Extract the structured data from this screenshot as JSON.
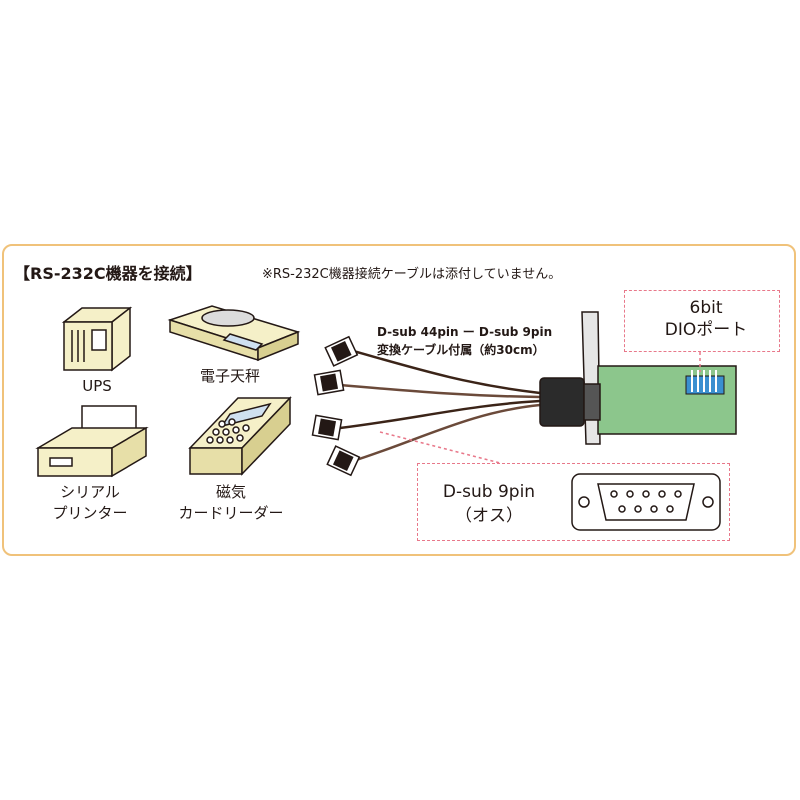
{
  "heading": {
    "main": "【RS-232C機器を接続】",
    "note": "※RS-232C機器接続ケーブルは添付していません。"
  },
  "devices": {
    "ups": "UPS",
    "scale": "電子天秤",
    "printer_line1": "シリアル",
    "printer_line2": "プリンター",
    "card_line1": "磁気",
    "card_line2": "カードリーダー"
  },
  "cable": {
    "line1": "D-sub 44pin ー D-sub 9pin",
    "line2": "変換ケーブル付属（約30cm）"
  },
  "dio": {
    "line1": "6bit",
    "line2": "DIOポート"
  },
  "dsub": {
    "line1": "D-sub 9pin",
    "line2": "（オス）"
  },
  "colors": {
    "panel_border": "#f0c27a",
    "callout_dash": "#e8788a",
    "device_fill": "#f5f0c8",
    "board_green": "#8cc68c",
    "dio_pins": "#3a8fd0"
  }
}
